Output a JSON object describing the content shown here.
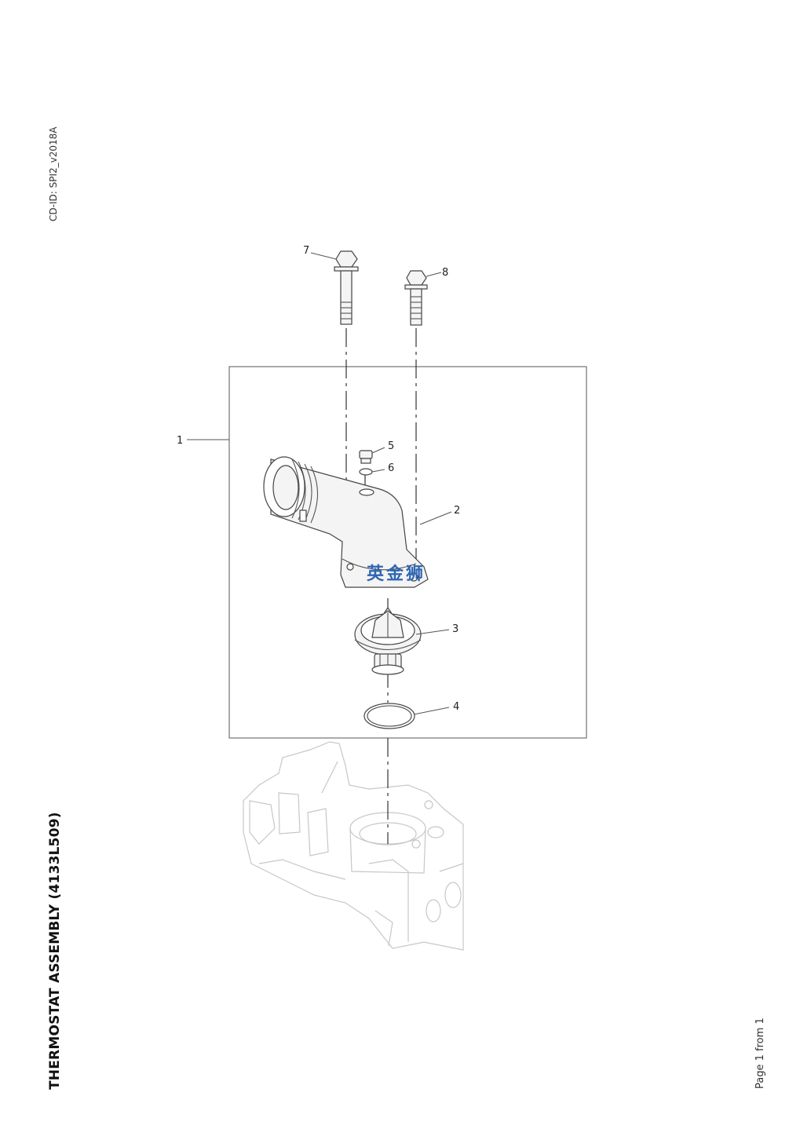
{
  "document": {
    "cd_id": "CD-ID: SPI2_v2018A",
    "title": "THERMOSTAT ASSEMBLY (4133L509)",
    "page": "Page 1 from 1"
  },
  "diagram": {
    "callouts": [
      {
        "id": "1",
        "label": "1"
      },
      {
        "id": "2",
        "label": "2"
      },
      {
        "id": "3",
        "label": "3"
      },
      {
        "id": "4",
        "label": "4"
      },
      {
        "id": "5",
        "label": "5"
      },
      {
        "id": "6",
        "label": "6"
      },
      {
        "id": "7",
        "label": "7"
      },
      {
        "id": "8",
        "label": "8"
      }
    ],
    "watermark": "英金狮"
  },
  "colors": {
    "line": "#444444",
    "ghost": "#c7c7c7",
    "watermark": "#2f66b3"
  }
}
